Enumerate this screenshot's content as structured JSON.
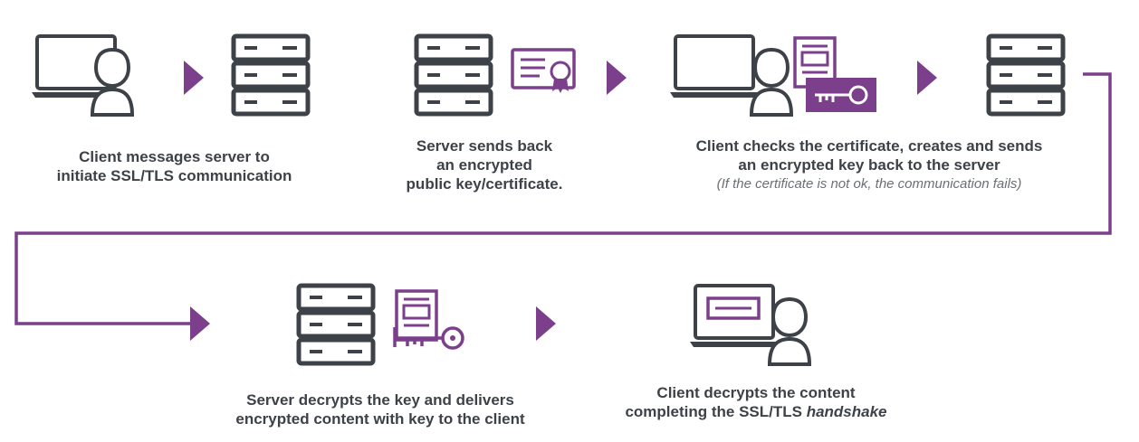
{
  "colors": {
    "accent": "#7b3f8c",
    "icon": "#3d4248",
    "text": "#3d4248",
    "note": "#6b6f74"
  },
  "steps": [
    {
      "lines": [
        "Client messages server to",
        "initiate SSL/TLS communication"
      ],
      "icons": [
        "laptop-icon",
        "user-icon",
        "server-icon"
      ]
    },
    {
      "lines": [
        "Server sends back",
        "an encrypted",
        "public key/certificate."
      ],
      "icons": [
        "server-icon",
        "certificate-icon"
      ]
    },
    {
      "lines": [
        "Client checks the certificate, creates and sends",
        "an encrypted key back to the server"
      ],
      "note": "(If the certificate is not ok, the communication fails)",
      "icons": [
        "laptop-icon",
        "user-icon",
        "document-icon",
        "key-icon",
        "server-icon"
      ]
    },
    {
      "lines": [
        "Server decrypts the key and delivers",
        "encrypted content with key to the client"
      ],
      "icons": [
        "server-icon",
        "document-icon",
        "key-icon"
      ]
    },
    {
      "lines": [
        "Client decrypts the content"
      ],
      "line2_prefix": "completing the SSL/TLS ",
      "line2_emphasis": "handshake",
      "icons": [
        "laptop-icon",
        "user-icon"
      ]
    }
  ]
}
